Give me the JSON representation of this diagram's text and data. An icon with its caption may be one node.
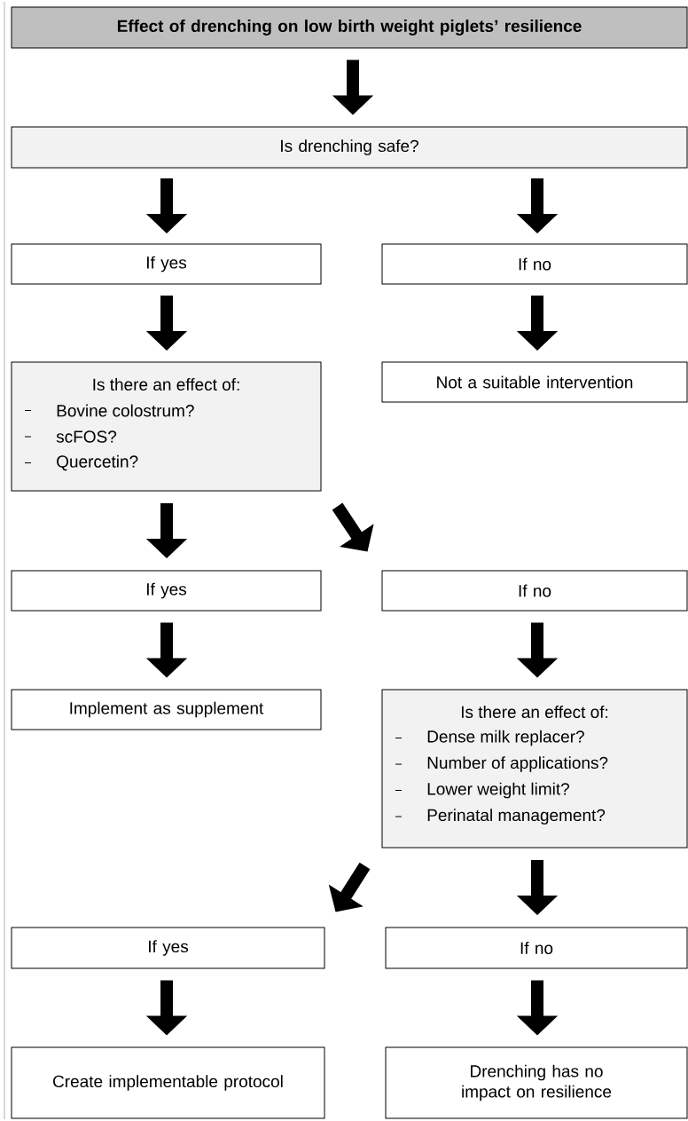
{
  "diagram": {
    "nodes": [
      {
        "text": [
          "Effect of drenching on low birth weight piglets’ resilience"
        ]
      },
      {
        "text": [
          "Is drenching safe?"
        ]
      },
      {
        "text": [
          "If yes"
        ]
      },
      {
        "text": [
          "If no"
        ]
      },
      {
        "text": [
          "Is there an effect of:",
          "Bovine colostrum?",
          "scFOS?",
          "Quercetin?"
        ]
      },
      {
        "text": [
          "Not a suitable intervention"
        ]
      },
      {
        "text": [
          "If yes"
        ]
      },
      {
        "text": [
          "If no"
        ]
      },
      {
        "text": [
          "Implement as supplement"
        ]
      },
      {
        "text": [
          "Is there an effect of:",
          "Dense milk replacer?",
          "Number of applications?",
          "Lower weight limit?",
          "Perinatal management?"
        ]
      },
      {
        "text": [
          "If yes"
        ]
      },
      {
        "text": [
          "If no"
        ]
      },
      {
        "text": [
          "Create implementable protocol"
        ]
      },
      {
        "text": [
          "Drenching has no impact on resilience"
        ]
      }
    ],
    "edges": [
      {
        "from": 0,
        "to": 1,
        "arrow": "to"
      },
      {
        "from": 1,
        "to": 2,
        "arrow": "to"
      },
      {
        "from": 1,
        "to": 3,
        "arrow": "to"
      },
      {
        "from": 2,
        "to": 4,
        "arrow": "to"
      },
      {
        "from": 3,
        "to": 5,
        "arrow": "to"
      },
      {
        "from": 4,
        "to": 6,
        "arrow": "to"
      },
      {
        "from": 4,
        "to": 7,
        "arrow": "to"
      },
      {
        "from": 6,
        "to": 8,
        "arrow": "to"
      },
      {
        "from": 7,
        "to": 9,
        "arrow": "to"
      },
      {
        "from": 9,
        "to": 10,
        "arrow": "to"
      },
      {
        "from": 9,
        "to": 11,
        "arrow": "to"
      },
      {
        "from": 10,
        "to": 12,
        "arrow": "to"
      },
      {
        "from": 11,
        "to": 13,
        "arrow": "to"
      }
    ]
  }
}
